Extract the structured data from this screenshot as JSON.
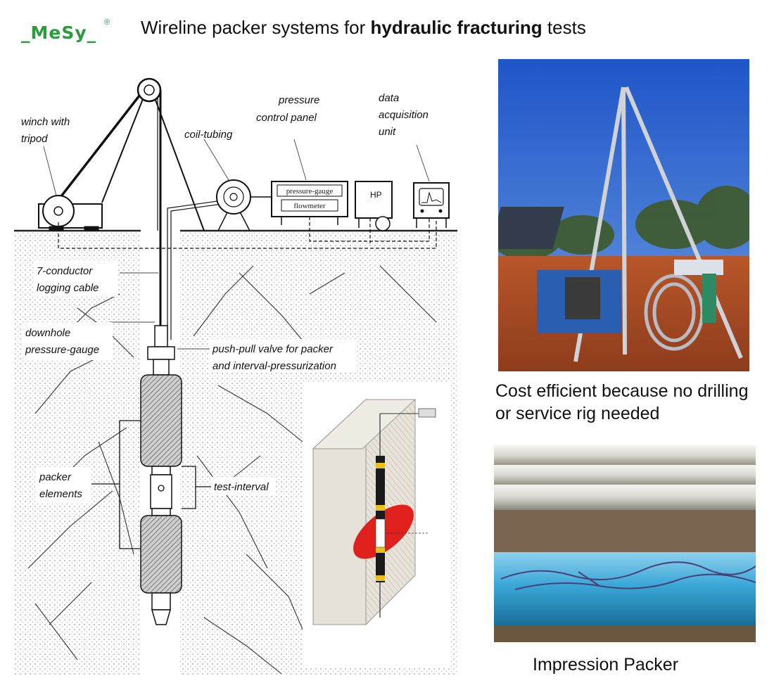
{
  "logo": {
    "text": "_MeSy_",
    "reg": "®"
  },
  "header": {
    "title_plain": "Wireline packer systems for ",
    "title_bold": "hydraulic fracturing",
    "title_end": " tests"
  },
  "diagram": {
    "labels": {
      "winch_1": "winch with",
      "winch_2": "tripod",
      "coil": "coil-tubing",
      "pcp_1": "pressure",
      "pcp_2": "control panel",
      "daq_1": "data",
      "daq_2": "acquisition",
      "daq_3": "unit",
      "cable_1": "7-conductor",
      "cable_2": "logging cable",
      "dpg_1": "downhole",
      "dpg_2": "pressure-gauge",
      "valve_1": "push-pull valve for packer",
      "valve_2": "and interval-pressurization",
      "packer_1": "packer",
      "packer_2": "elements",
      "test": "test-interval",
      "pg_box": "pressure-gauge",
      "fm_box": "flowmeter",
      "hp_box": "HP"
    }
  },
  "captions": {
    "cost_1": "Cost efficient because no drilling",
    "cost_2": " or service rig needed",
    "impression": "Impression Packer"
  },
  "colors": {
    "logo_green": "#2a9c3b",
    "frac_red": "#e0201c",
    "pipe_blue": "#3aa8d8"
  }
}
